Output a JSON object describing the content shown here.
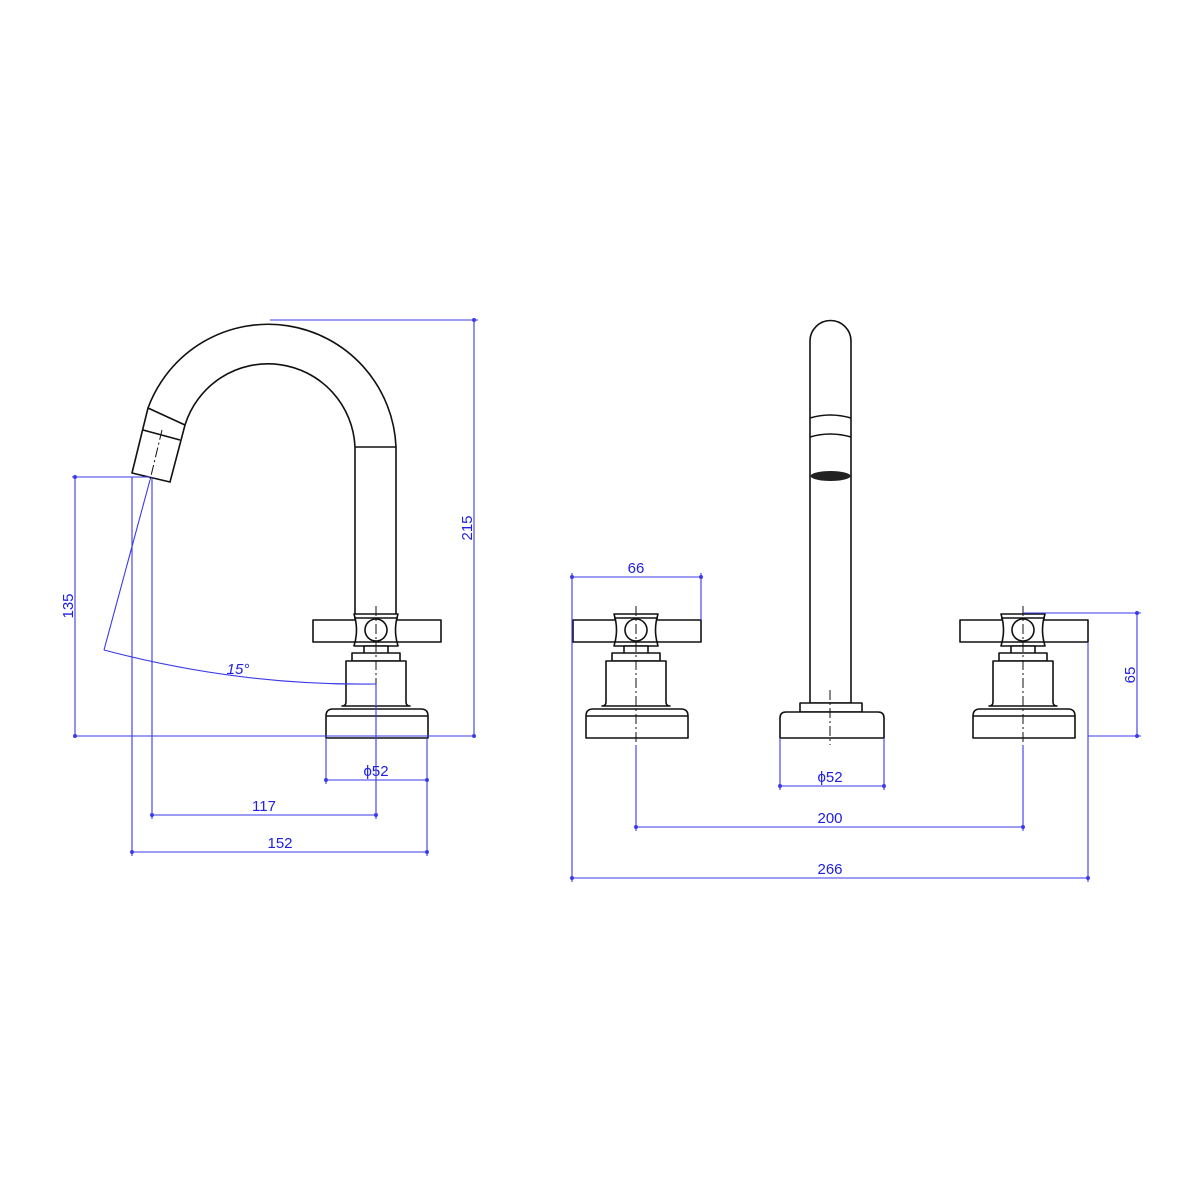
{
  "side_view": {
    "height_total": "215",
    "spout_height": "135",
    "swivel_angle": "15°",
    "base_diameter": "ϕ52",
    "spout_reach": "117",
    "overall_depth": "152"
  },
  "front_view": {
    "handle_width": "66",
    "valve_height": "65",
    "spout_base_diameter": "ϕ52",
    "valve_spacing": "200",
    "overall_width": "266"
  },
  "colors": {
    "dimension": "#3a3ae8",
    "outline": "#111111"
  }
}
